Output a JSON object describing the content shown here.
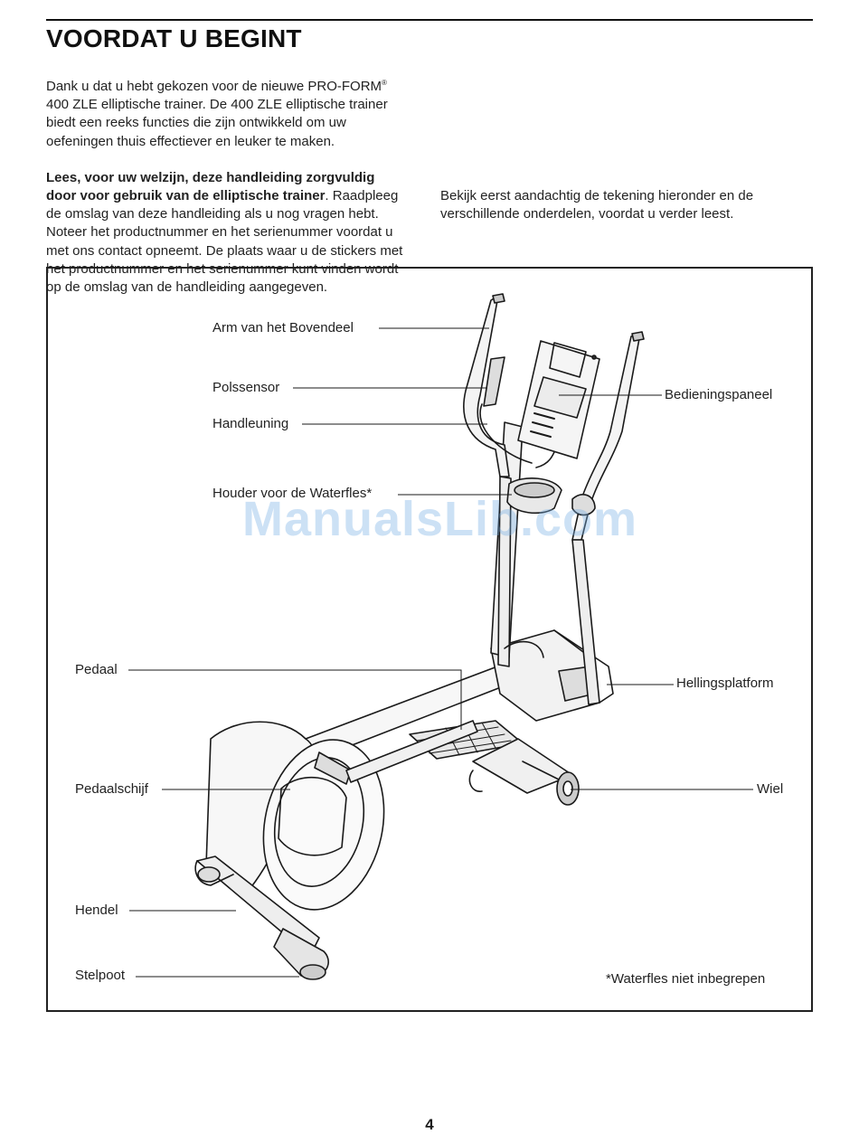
{
  "page": {
    "title": "VOORDAT U BEGINT",
    "page_number": "4",
    "watermark": "ManualsLib.com"
  },
  "intro": {
    "p1_before_sup": "Dank u dat u hebt gekozen voor de nieuwe PRO-FORM",
    "p1_sup": "®",
    "p1_after_sup": " 400 ZLE elliptische trainer. De 400 ZLE elliptische trainer biedt een reeks functies die zijn ontwikkeld om uw oefeningen thuis effectiever en leuker te maken.",
    "p2_bold": "Lees, voor uw welzijn, deze handleiding zorgvuldig door voor gebruik van de elliptische trainer",
    "p2_rest": ". Raadpleeg de omslag van deze handleiding als u nog vragen hebt. Noteer het productnummer en het serienummer voordat u met ons contact opneemt. De plaats waar u de stickers met het productnummer en het serienummer kunt vinden wordt op de omslag van de handleiding aangegeven.",
    "p3": "Bekijk eerst aandachtig de tekening hieronder en de verschillende onderdelen, voordat u verder leest."
  },
  "diagram": {
    "labels": {
      "arm": "Arm van het Bovendeel",
      "polssensor": "Polssensor",
      "handleuning": "Handleuning",
      "houder": "Houder voor de Waterfles*",
      "bedieningspaneel": "Bedieningspaneel",
      "pedaal": "Pedaal",
      "hellingsplatform": "Hellingsplatform",
      "pedaalschijf": "Pedaalschijf",
      "wiel": "Wiel",
      "hendel": "Hendel",
      "stelpoot": "Stelpoot"
    },
    "footnote": "*Waterfles niet inbegrepen"
  }
}
